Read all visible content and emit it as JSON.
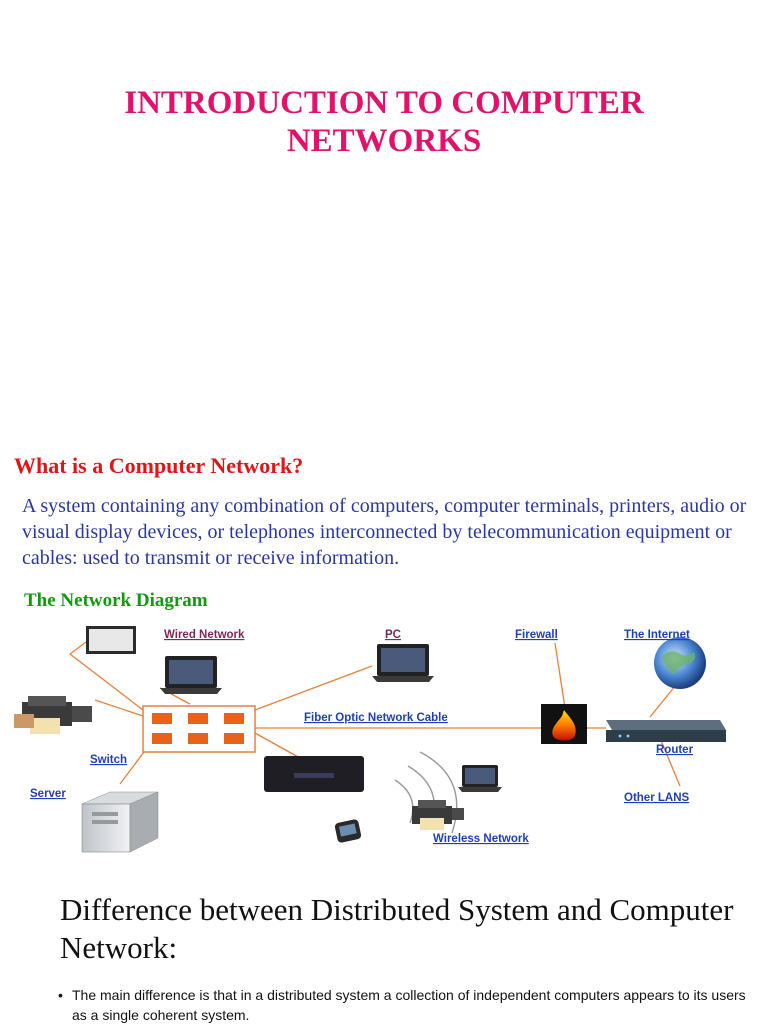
{
  "title": {
    "line1": "INTRODUCTION TO COMPUTER",
    "line2": "NETWORKS"
  },
  "section": {
    "heading": "What is a Computer Network?",
    "definition": "A system containing any combination of computers, computer terminals, printers, audio or visual display devices, or telephones interconnected by telecommunication equipment or cables: used to transmit or receive information."
  },
  "diagram": {
    "heading": "The Network Diagram",
    "labels": {
      "wired_network": "Wired Network",
      "pc": "PC",
      "firewall": "Firewall",
      "internet": "The Internet",
      "fiber_cable": "Fiber Optic Network Cable",
      "router": "Router",
      "switch": "Switch",
      "server": "Server",
      "other_lans": "Other LANS",
      "wireless_network": "Wireless Network"
    },
    "colors": {
      "wired_label": "#7a2a5a",
      "device_label": "#1f3fb8",
      "cable": "#e8803a",
      "switch_port": "#e8621a"
    }
  },
  "difference": {
    "heading": "Difference between Distributed System and Computer Network:",
    "bullet_symbol": "•",
    "bullets": [
      "The main difference is that in a distributed system a collection of independent computers appears to its users as a single coherent system."
    ]
  }
}
